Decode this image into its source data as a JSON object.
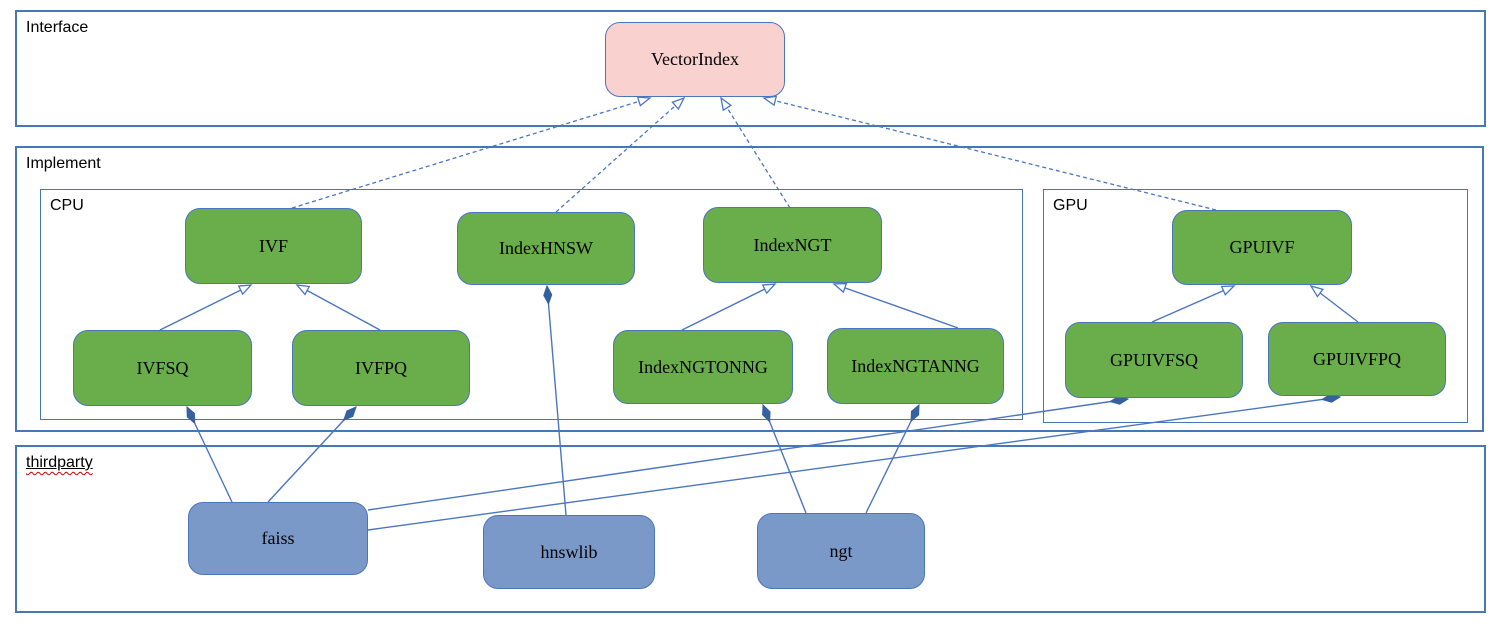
{
  "diagram": {
    "containers": {
      "interface": {
        "label": "Interface"
      },
      "implement": {
        "label": "Implement"
      },
      "cpu": {
        "label": "CPU"
      },
      "gpu": {
        "label": "GPU"
      },
      "thirdparty": {
        "label": "thirdparty"
      }
    },
    "nodes": {
      "vectorindex": {
        "label": "VectorIndex",
        "kind": "interface"
      },
      "ivf": {
        "label": "IVF",
        "kind": "class"
      },
      "indexhnsw": {
        "label": "IndexHNSW",
        "kind": "class"
      },
      "indexngt": {
        "label": "IndexNGT",
        "kind": "class"
      },
      "gpuivf": {
        "label": "GPUIVF",
        "kind": "class"
      },
      "ivfsq": {
        "label": "IVFSQ",
        "kind": "class"
      },
      "ivfpq": {
        "label": "IVFPQ",
        "kind": "class"
      },
      "indexngtonng": {
        "label": "IndexNGTONNG",
        "kind": "class"
      },
      "indexngtanng": {
        "label": "IndexNGTANNG",
        "kind": "class"
      },
      "gpuivfsq": {
        "label": "GPUIVFSQ",
        "kind": "class"
      },
      "gpuivfpq": {
        "label": "GPUIVFPQ",
        "kind": "class"
      },
      "faiss": {
        "label": "faiss",
        "kind": "library"
      },
      "hnswlib": {
        "label": "hnswlib",
        "kind": "library"
      },
      "ngt": {
        "label": "ngt",
        "kind": "library"
      }
    },
    "edges": [
      {
        "from": "IVF",
        "to": "VectorIndex",
        "type": "realization"
      },
      {
        "from": "IndexHNSW",
        "to": "VectorIndex",
        "type": "realization"
      },
      {
        "from": "IndexNGT",
        "to": "VectorIndex",
        "type": "realization"
      },
      {
        "from": "GPUIVF",
        "to": "VectorIndex",
        "type": "realization"
      },
      {
        "from": "IVFSQ",
        "to": "IVF",
        "type": "generalization"
      },
      {
        "from": "IVFPQ",
        "to": "IVF",
        "type": "generalization"
      },
      {
        "from": "IndexNGTONNG",
        "to": "IndexNGT",
        "type": "generalization"
      },
      {
        "from": "IndexNGTANNG",
        "to": "IndexNGT",
        "type": "generalization"
      },
      {
        "from": "GPUIVFSQ",
        "to": "GPUIVF",
        "type": "generalization"
      },
      {
        "from": "GPUIVFPQ",
        "to": "GPUIVF",
        "type": "generalization"
      },
      {
        "from": "faiss",
        "to": "IVFSQ",
        "type": "composition"
      },
      {
        "from": "faiss",
        "to": "IVFPQ",
        "type": "composition"
      },
      {
        "from": "faiss",
        "to": "GPUIVFSQ",
        "type": "composition"
      },
      {
        "from": "faiss",
        "to": "GPUIVFPQ",
        "type": "composition"
      },
      {
        "from": "hnswlib",
        "to": "IndexHNSW",
        "type": "composition"
      },
      {
        "from": "ngt",
        "to": "IndexNGTONNG",
        "type": "composition"
      },
      {
        "from": "ngt",
        "to": "IndexNGTANNG",
        "type": "composition"
      }
    ],
    "colors": {
      "interface_fill": "#f9d1cf",
      "class_fill": "#6aad4b",
      "library_fill": "#7a99c9",
      "node_border": "#4a76c0",
      "container_border": "#4678b4",
      "connector": "#4a76c0",
      "diamond_fill": "#35619f",
      "spellcheck_underline": "#cc0000"
    }
  }
}
